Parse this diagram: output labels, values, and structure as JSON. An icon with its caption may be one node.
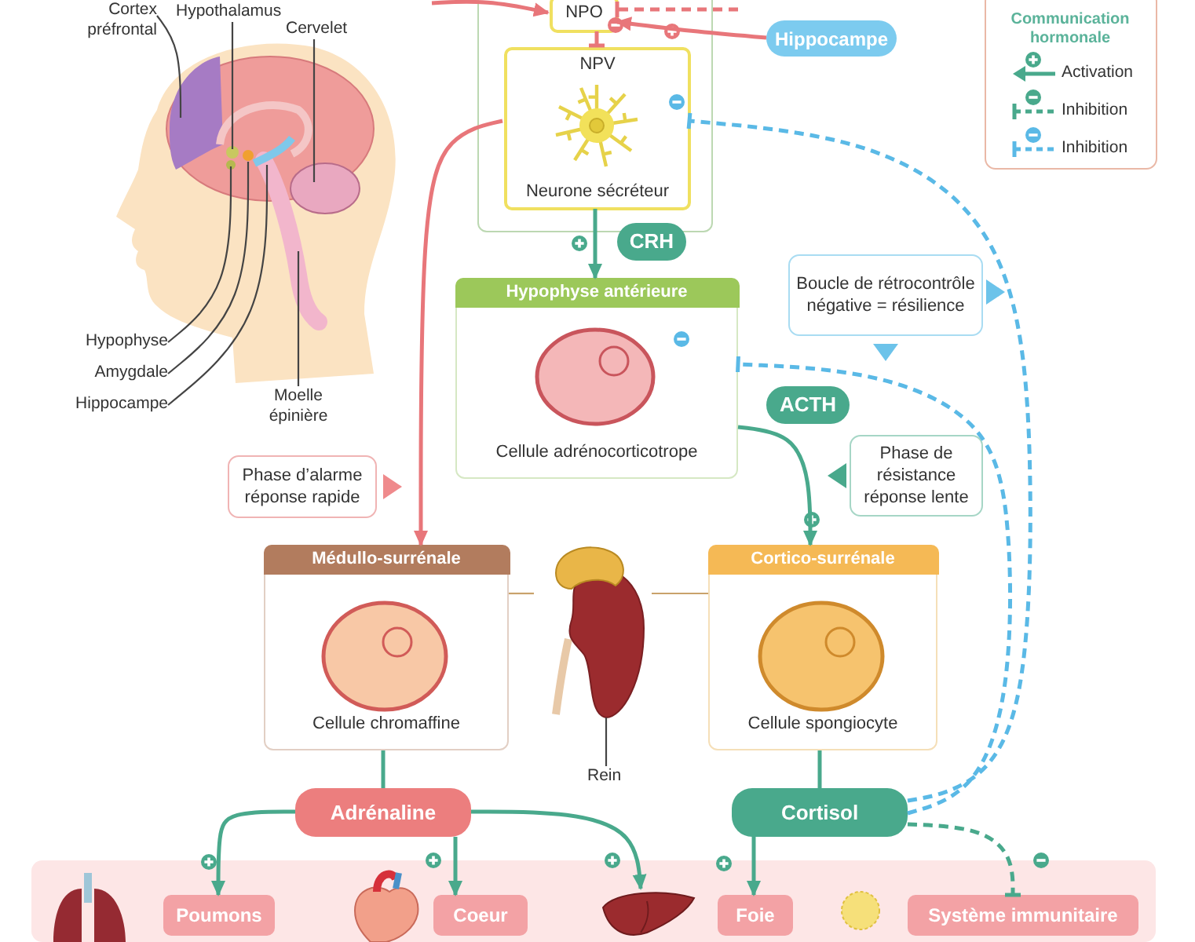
{
  "diagram": {
    "nodes": [
      {
        "text": [],
        "shape": "box"
      },
      {
        "text": [
          "NPO"
        ],
        "in": 0
      },
      {
        "text": [
          "NPV",
          "Neurone sécréteur"
        ],
        "in": 0
      },
      {
        "text": [
          "Hippocampe"
        ]
      },
      {
        "text": [
          "Boucle de rétrocontrôle négative = résilience"
        ]
      },
      {
        "text": [
          "Hypophyse antérieure",
          "Cellule adrénocorticotrope"
        ]
      },
      {
        "text": [
          "Phase d’alarme réponse rapide"
        ]
      },
      {
        "text": [
          "Phase de résistance réponse lente"
        ]
      },
      {
        "text": [
          "Médullo-surrénale",
          "Cellule chromaffine"
        ]
      },
      {
        "text": [],
        "shape": "picture"
      },
      {
        "text": [
          "Cortico-surrénale",
          "Cellule spongiocyte"
        ]
      },
      {
        "text": [
          "Rein"
        ]
      },
      {
        "text": [
          "Adrénaline"
        ]
      },
      {
        "text": [
          "Cortisol"
        ]
      },
      {
        "text": [],
        "shape": "box"
      },
      {
        "text": [
          "Poumons"
        ],
        "in": 14
      },
      {
        "text": [
          "Coeur"
        ],
        "in": 14
      },
      {
        "text": [],
        "shape": "picture",
        "in": 14
      },
      {
        "text": [
          "Foie"
        ],
        "in": 14
      },
      {
        "text": [
          "Système immunitaire"
        ],
        "in": 14
      },
      {
        "text": [
          "Cortex préfrontal"
        ]
      },
      {
        "text": [
          "Hypothalamus"
        ]
      },
      {
        "text": [
          "Cervelet"
        ]
      },
      {
        "text": [
          "Hypophyse"
        ]
      },
      {
        "text": [
          "Amygdale"
        ]
      },
      {
        "text": [
          "Hippocampe"
        ]
      },
      {
        "text": [
          "Moelle épinière"
        ]
      }
    ],
    "edges": [
      {
        "from": null,
        "to": 1,
        "arrow": "to",
        "color": "#e8767a"
      },
      {
        "from": null,
        "to": 1,
        "arrow": "other",
        "style": "dashed",
        "color": "#e8767a"
      },
      {
        "from": 1,
        "to": 2,
        "arrow": "other",
        "color": "#e8767a"
      },
      {
        "from": 3,
        "to": 1,
        "arrow": "to",
        "color": "#e8767a"
      },
      {
        "from": 2,
        "to": 5,
        "arrow": "to",
        "label": "CRH"
      },
      {
        "from": 2,
        "to": 8,
        "arrow": "to",
        "color": "#e8767a"
      },
      {
        "from": 5,
        "to": 10,
        "arrow": "to",
        "label": "ACTH"
      },
      {
        "from": 8,
        "to": 12,
        "arrow": "none"
      },
      {
        "from": 10,
        "to": 13,
        "arrow": "none"
      },
      {
        "from": 12,
        "to": 15,
        "arrow": "to"
      },
      {
        "from": 12,
        "to": 16,
        "arrow": "to"
      },
      {
        "from": 12,
        "to": 17,
        "arrow": "to"
      },
      {
        "from": 13,
        "to": 18,
        "arrow": "to"
      },
      {
        "from": 13,
        "to": 19,
        "arrow": "other",
        "style": "dashed"
      },
      {
        "from": 13,
        "to": 2,
        "arrow": "other",
        "style": "dashed",
        "color": "#5ab9e6"
      },
      {
        "from": 13,
        "to": 5,
        "arrow": "other",
        "style": "dashed",
        "color": "#5ab9e6"
      },
      {
        "from": 9,
        "to": 8,
        "arrow": "none",
        "color": "#c9a26b"
      },
      {
        "from": 9,
        "to": 10,
        "arrow": "none",
        "color": "#c9a26b"
      },
      {
        "from": 11,
        "to": 9,
        "arrow": "none",
        "color": "#444444"
      },
      {
        "from": 20,
        "to": null,
        "arrow": "none",
        "color": "#444444"
      },
      {
        "from": 21,
        "to": null,
        "arrow": "none",
        "color": "#444444"
      },
      {
        "from": 22,
        "to": null,
        "arrow": "none",
        "color": "#444444"
      },
      {
        "from": 23,
        "to": null,
        "arrow": "none",
        "color": "#444444"
      },
      {
        "from": 24,
        "to": null,
        "arrow": "none",
        "color": "#444444"
      },
      {
        "from": 25,
        "to": null,
        "arrow": "none",
        "color": "#444444"
      },
      {
        "from": 26,
        "to": null,
        "arrow": "none",
        "color": "#444444"
      }
    ],
    "labels": [
      "Communication hormonale"
    ],
    "legend": [
      {
        "text": "Activation"
      },
      {
        "text": "Inhibition"
      },
      {
        "text": "Inhibition"
      }
    ]
  }
}
